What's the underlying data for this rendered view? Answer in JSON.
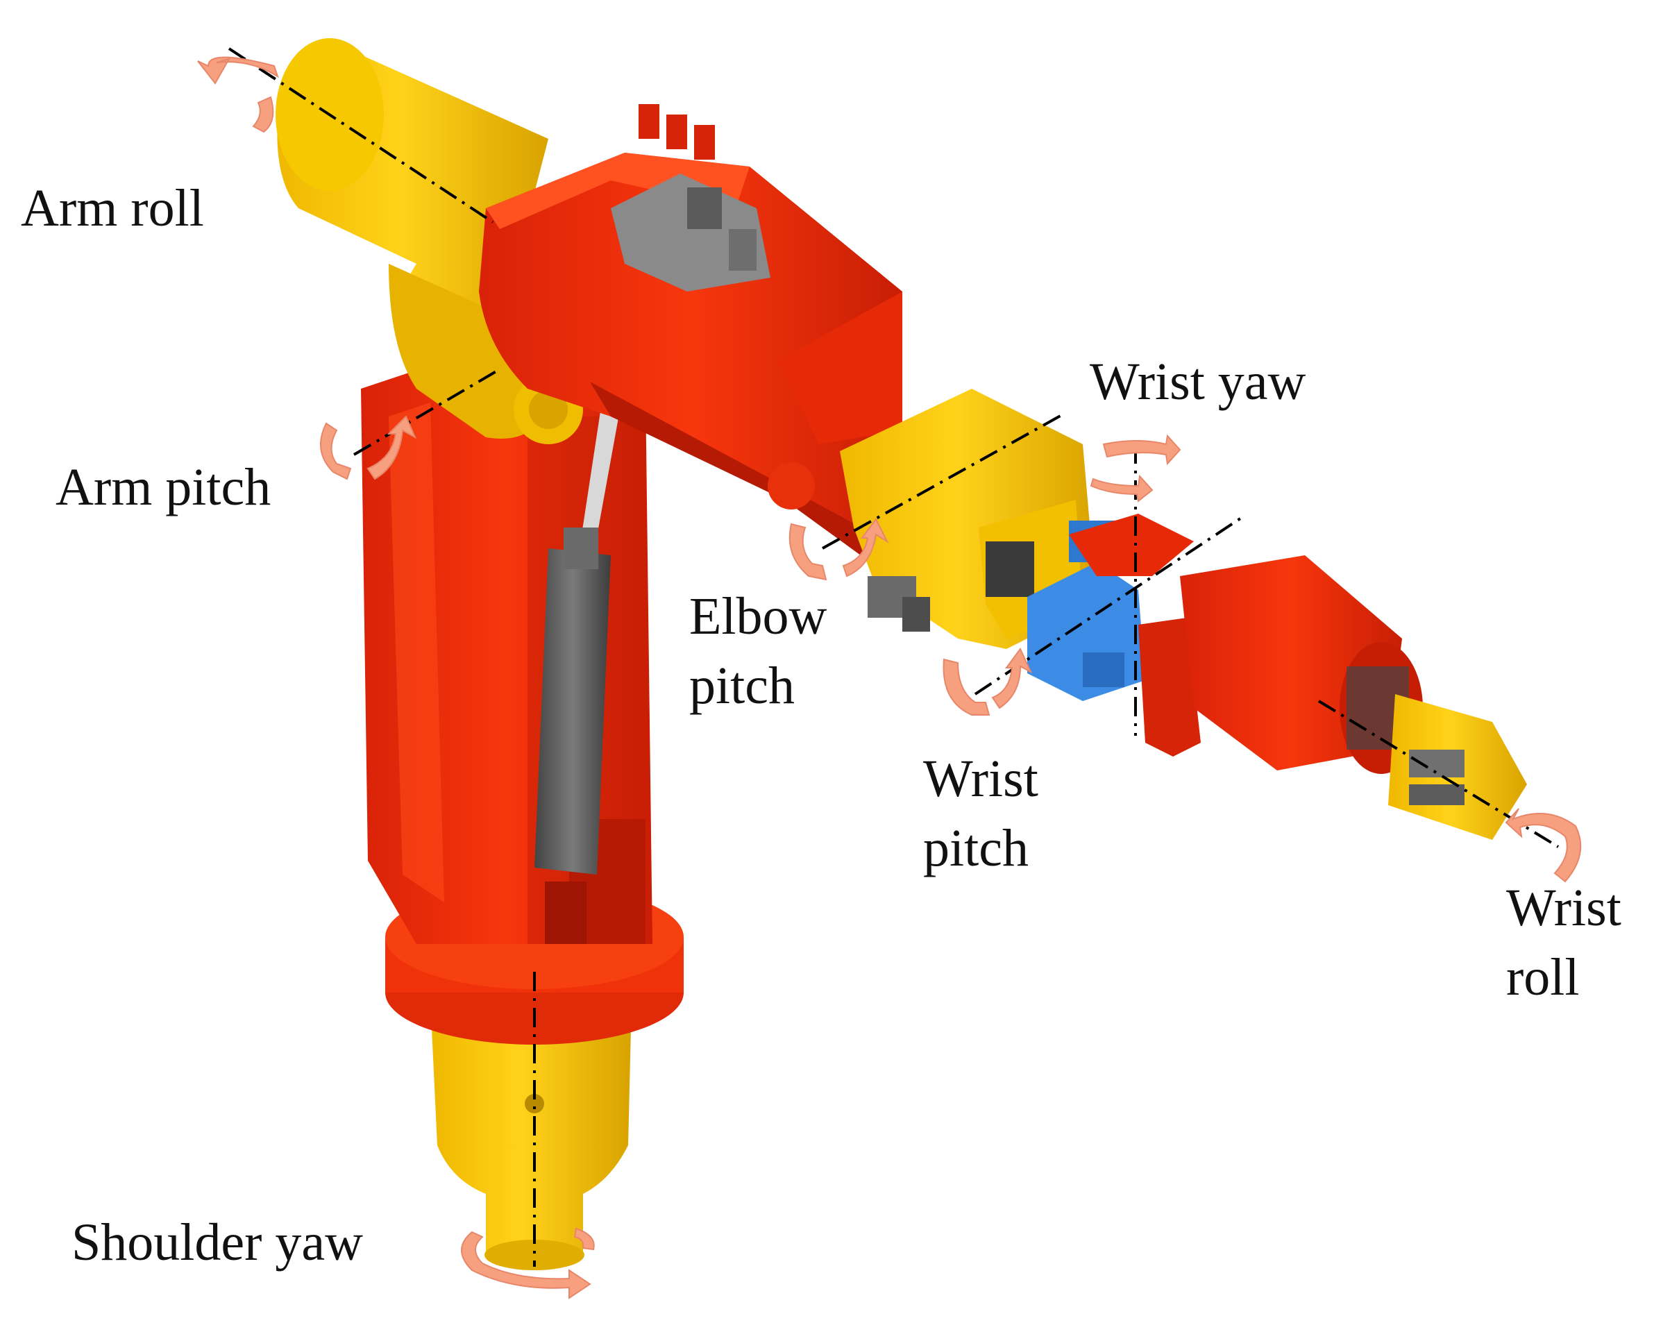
{
  "labels": {
    "arm_roll": "Arm roll",
    "arm_pitch": "Arm pitch",
    "elbow_pitch": "Elbow\npitch",
    "wrist_yaw": "Wrist yaw",
    "wrist_pitch": "Wrist\npitch",
    "wrist_roll": "Wrist\nroll",
    "shoulder_yaw": "Shoulder yaw"
  },
  "colors": {
    "arm_body": "#F52E0A",
    "arm_body_dark": "#C81E05",
    "actuator_yellow": "#F5C400",
    "actuator_yellow_dark": "#D9A300",
    "hydraulic_grey": "#5E5E5E",
    "wrist_blue": "#3C8CE6",
    "rotation_arrow": "#F7A07F",
    "axis_line": "#000000"
  },
  "icons": [
    "rotation-arrow-icon"
  ]
}
